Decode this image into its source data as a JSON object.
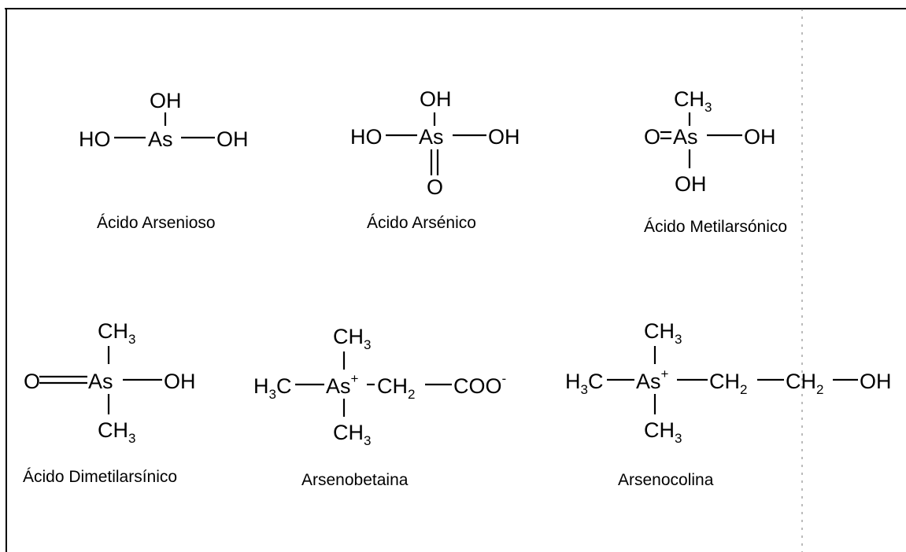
{
  "compounds": [
    {
      "name": "Ácido Arsenioso",
      "atoms": {
        "top": "OH",
        "left": "HO",
        "center": "As",
        "right": "OH"
      }
    },
    {
      "name": "Ácido Arsénico",
      "atoms": {
        "top": "OH",
        "left": "HO",
        "center": "As",
        "right": "OH",
        "bottom": "O"
      }
    },
    {
      "name": "Ácido Metilarsónico",
      "atoms": {
        "top": "CH",
        "top_sub": "3",
        "left": "O",
        "center": "As",
        "right": "OH",
        "bottom": "OH"
      }
    },
    {
      "name": "Ácido Dimetilarsínico",
      "atoms": {
        "top": "CH",
        "top_sub": "3",
        "left": "O",
        "center": "As",
        "right": "OH",
        "bottom": "CH",
        "bottom_sub": "3"
      }
    },
    {
      "name": "Arsenobetaina",
      "atoms": {
        "left": "H",
        "left_sub": "3",
        "left_tail": "C",
        "top": "CH",
        "top_sub": "3",
        "center": "As",
        "charge": "+",
        "chain1": "CH",
        "chain1_sub": "2",
        "end": "COO",
        "end_charge": "-",
        "bottom": "CH",
        "bottom_sub": "3"
      }
    },
    {
      "name": "Arsenocolina",
      "atoms": {
        "left": "H",
        "left_sub": "3",
        "left_tail": "C",
        "top": "CH",
        "top_sub": "3",
        "center": "As",
        "charge": "+",
        "chain1": "CH",
        "chain1_sub": "2",
        "chain2": "CH",
        "chain2_sub": "2",
        "end": "OH",
        "bottom": "CH",
        "bottom_sub": "3"
      }
    }
  ]
}
